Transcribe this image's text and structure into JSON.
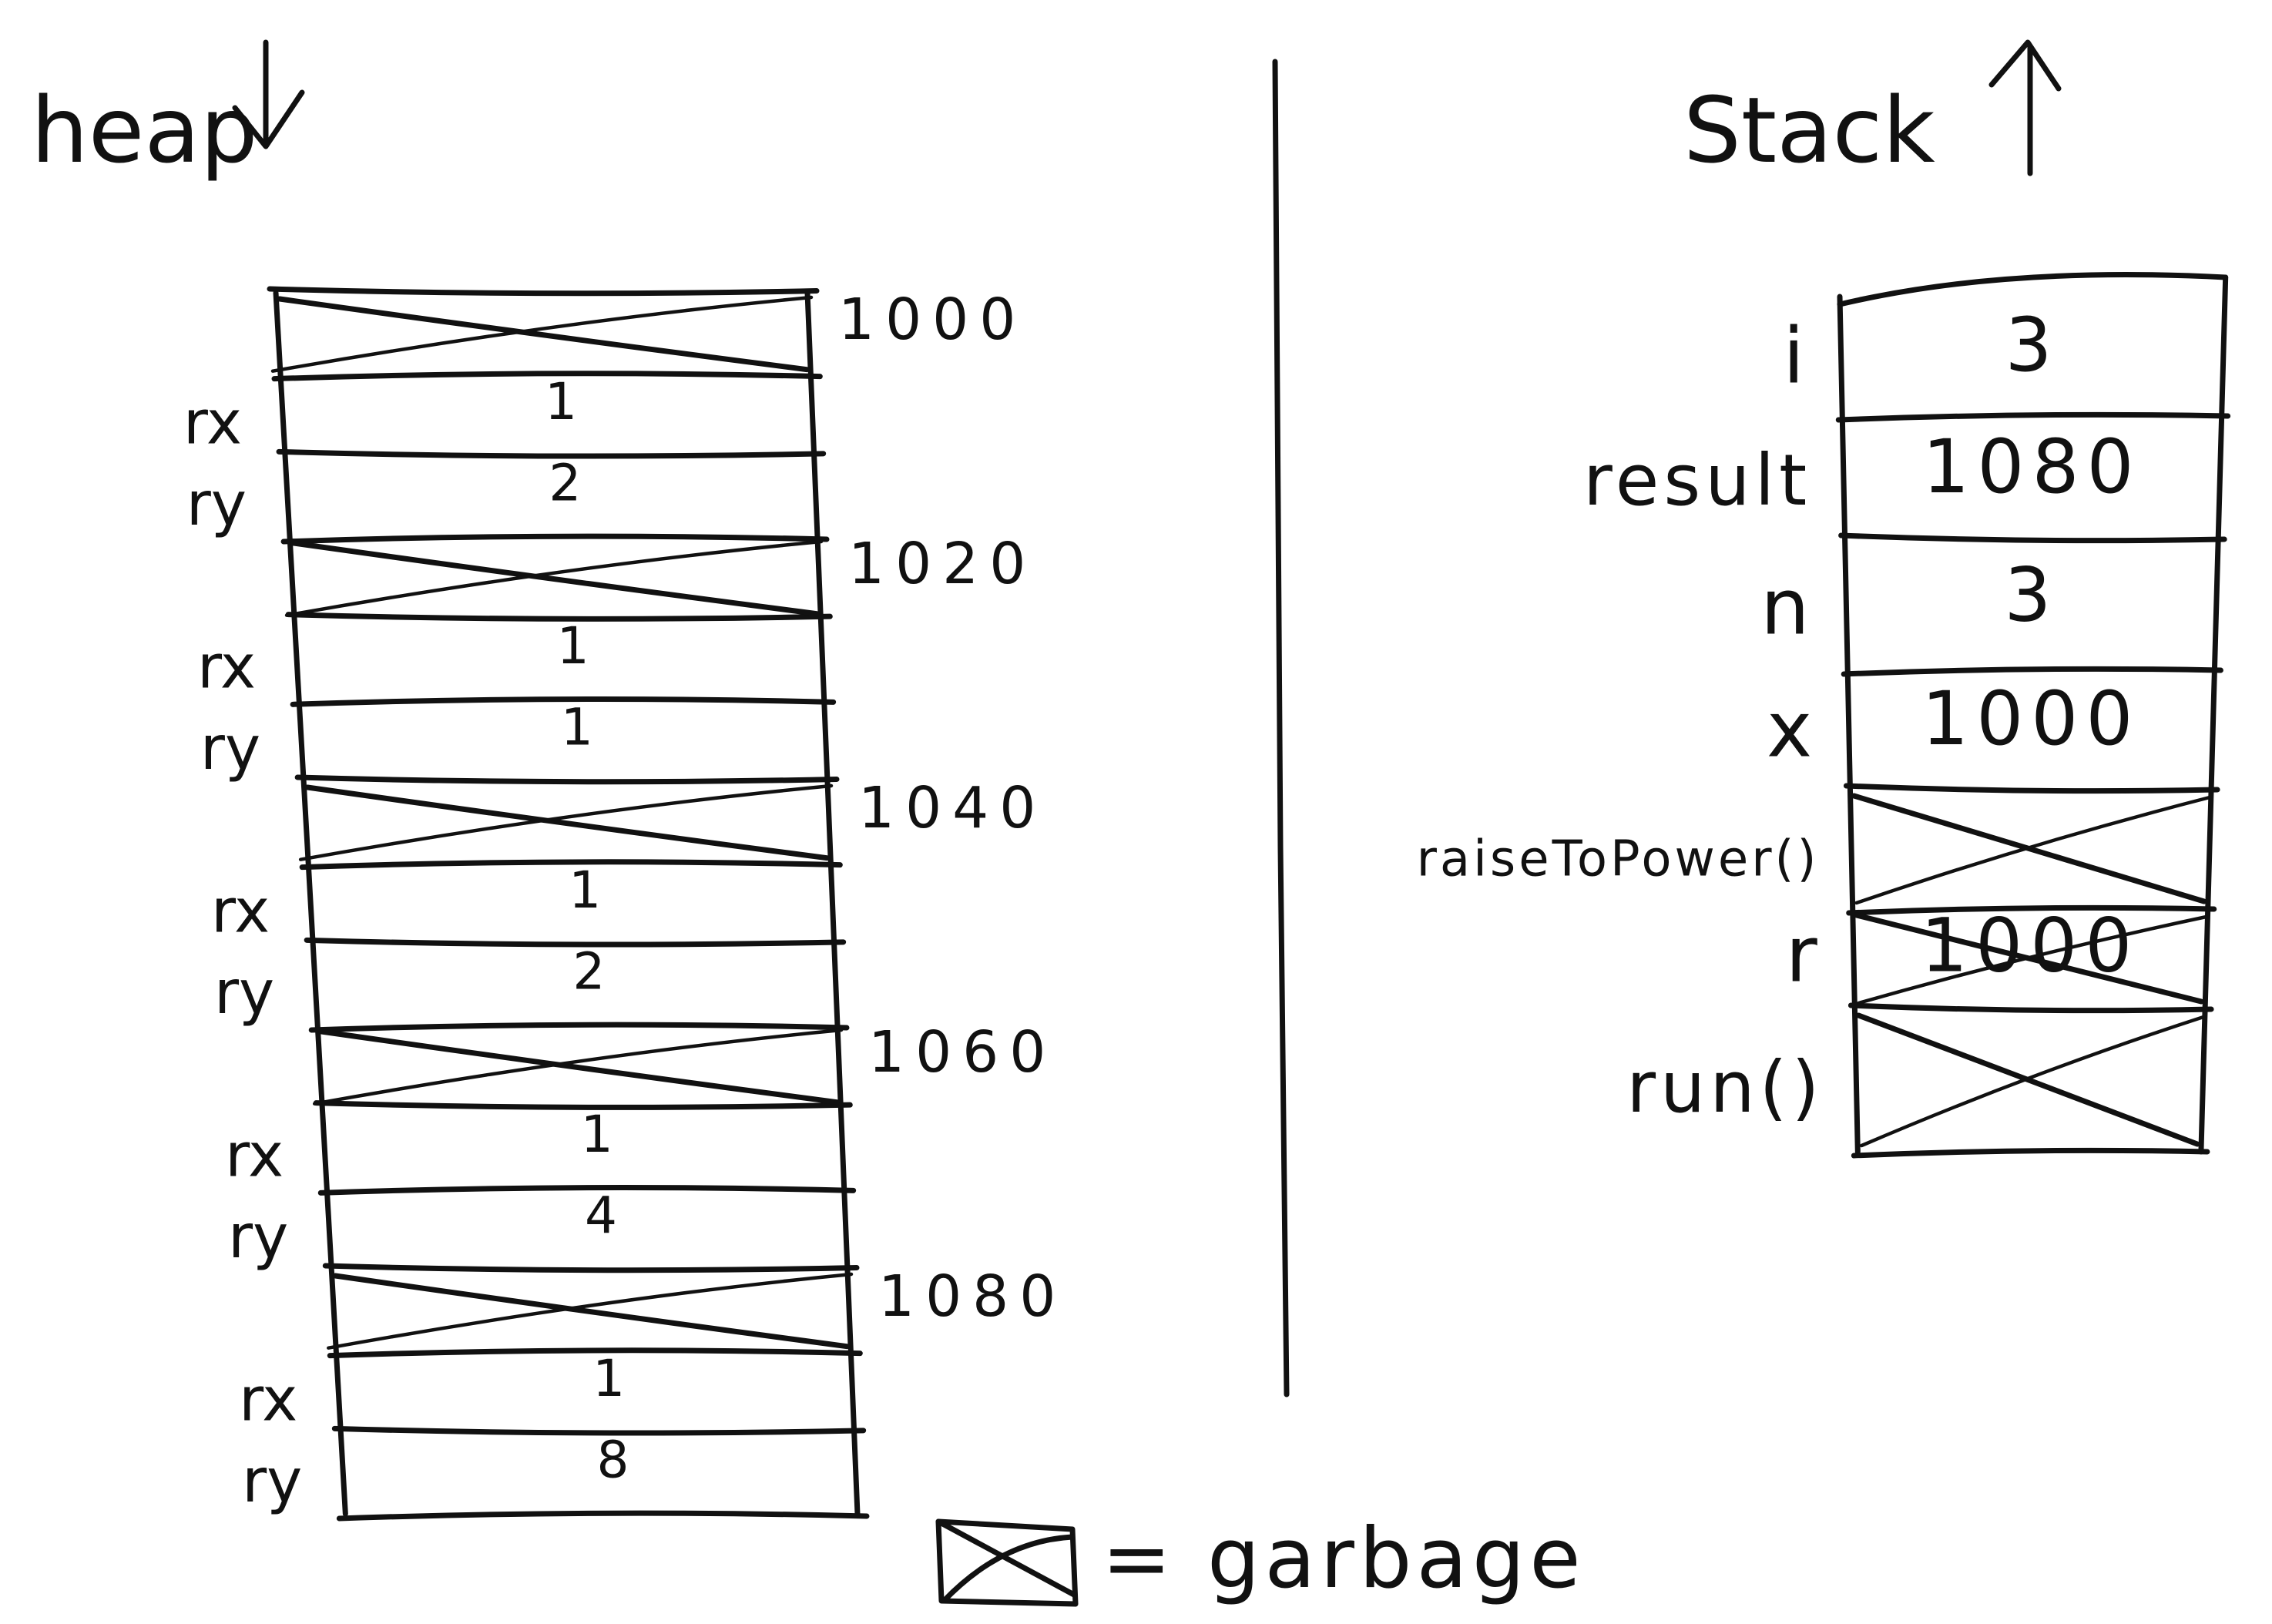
{
  "heap": {
    "title": "heap",
    "direction_arrow": "down-arrow",
    "addresses": [
      "1000",
      "1020",
      "1040",
      "1060",
      "1080"
    ],
    "cells": [
      {
        "label": "",
        "value": "",
        "garbage": true
      },
      {
        "label": "rx",
        "value": "1",
        "garbage": false
      },
      {
        "label": "ry",
        "value": "2",
        "garbage": false
      },
      {
        "label": "",
        "value": "",
        "garbage": true
      },
      {
        "label": "rx",
        "value": "1",
        "garbage": false
      },
      {
        "label": "ry",
        "value": "1",
        "garbage": false
      },
      {
        "label": "",
        "value": "",
        "garbage": true
      },
      {
        "label": "rx",
        "value": "1",
        "garbage": false
      },
      {
        "label": "ry",
        "value": "2",
        "garbage": false
      },
      {
        "label": "",
        "value": "",
        "garbage": true
      },
      {
        "label": "rx",
        "value": "1",
        "garbage": false
      },
      {
        "label": "ry",
        "value": "4",
        "garbage": false
      },
      {
        "label": "",
        "value": "",
        "garbage": true
      },
      {
        "label": "rx",
        "value": "1",
        "garbage": false
      },
      {
        "label": "ry",
        "value": "8",
        "garbage": false
      }
    ]
  },
  "stack": {
    "title": "Stack",
    "direction_arrow": "up-arrow",
    "cells": [
      {
        "label": "i",
        "value": "3",
        "garbage": false
      },
      {
        "label": "result",
        "value": "1080",
        "garbage": false
      },
      {
        "label": "n",
        "value": "3",
        "garbage": false
      },
      {
        "label": "x",
        "value": "1000",
        "garbage": false
      },
      {
        "label": "raiseToPower()",
        "value": "",
        "garbage": true
      },
      {
        "label": "r",
        "value": "1000",
        "garbage": true
      },
      {
        "label": "run()",
        "value": "",
        "garbage": true
      }
    ]
  },
  "legend": {
    "symbol": "crossed-box-icon",
    "text": "= garbage"
  }
}
